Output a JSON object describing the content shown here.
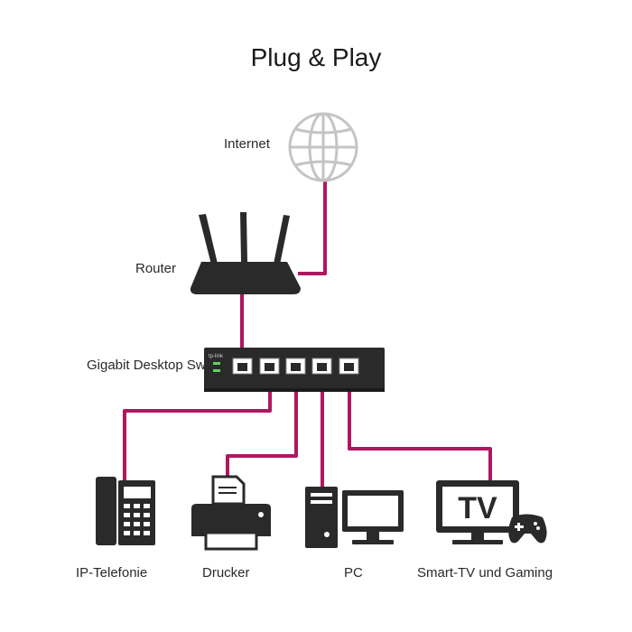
{
  "title": "Plug & Play",
  "nodes": {
    "internet": "Internet",
    "router": "Router",
    "switch": "Gigabit Desktop Switch",
    "switch_brand": "tp-link",
    "phone": "IP-Telefonie",
    "printer": "Drucker",
    "pc": "PC",
    "tv": "Smart-TV und Gaming",
    "tv_screen": "TV"
  },
  "colors": {
    "cable": "#b0175f",
    "device": "#2a2a2a",
    "globe": "#c4c4c4",
    "led": "#5fd35f"
  }
}
